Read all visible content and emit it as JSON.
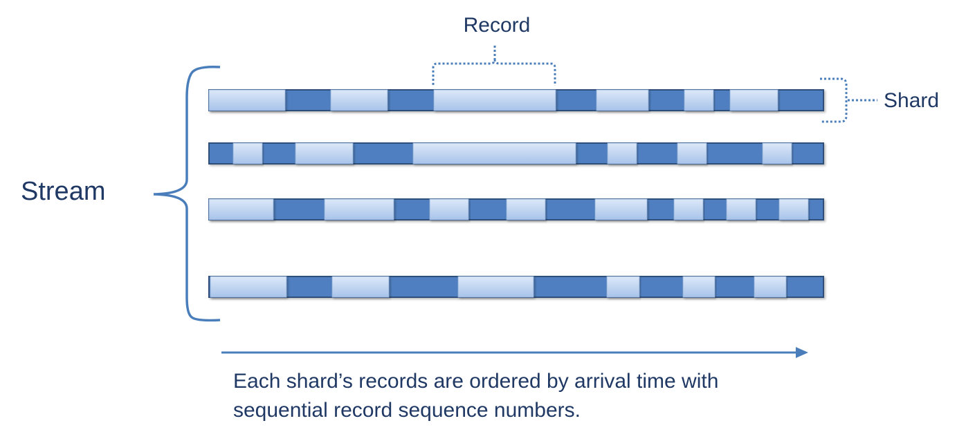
{
  "colors": {
    "text": "#1F3864",
    "shard_fill": "#4F7FC0",
    "shard_border": "#2F4F7A",
    "record_fill_top": "#D6E4F7",
    "record_fill_bottom": "#A9C4EB",
    "connector": "#4A7EBB",
    "arrow": "#4A7EBB"
  },
  "labels": {
    "record": "Record",
    "shard": "Shard",
    "stream": "Stream",
    "caption_line1": "Each shard’s records are ordered by arrival time with",
    "caption_line2": "sequential record sequence numbers."
  },
  "icons": {
    "stream_bracket": "curly-brace-icon",
    "record_bracket": "dotted-bracket-icon",
    "shard_bracket": "dotted-bracket-icon",
    "time_arrow": "arrow-right-icon"
  }
}
